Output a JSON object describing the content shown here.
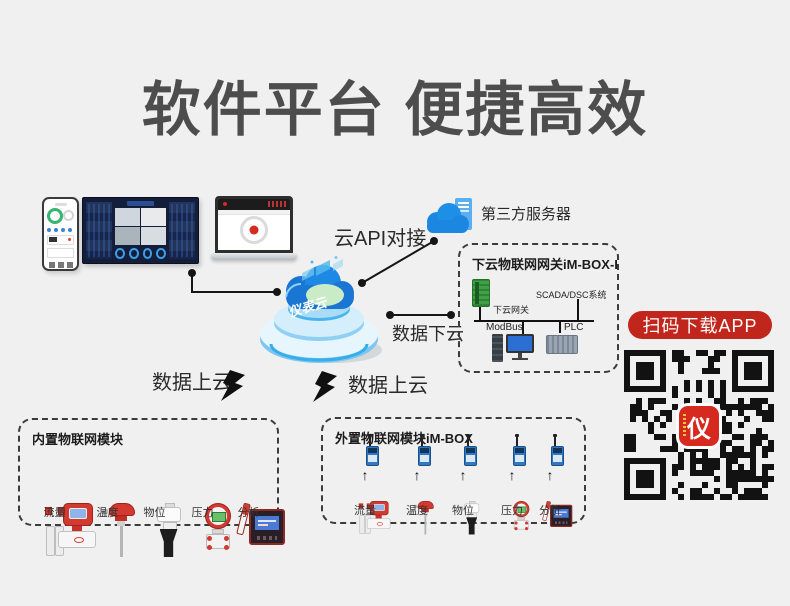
{
  "title": "软件平台 便捷高效",
  "connections": {
    "api_label": "云API对接",
    "third_party_label": "第三方服务器",
    "data_down_label": "数据下云",
    "data_up_left_label": "数据上云",
    "data_up_right_label": "数据上云"
  },
  "platform": {
    "label": "仪表云"
  },
  "gateway_box": {
    "title": "下云物联网网关iM-BOX-I",
    "gateway_label": "下云网关",
    "scada_label": "SCADA/DSC系统",
    "modbus_label": "ModBus",
    "plc_label": "PLC"
  },
  "builtin_box": {
    "title": "内置物联网模块",
    "instruments": [
      "流量",
      "温度",
      "物位",
      "压力",
      "分析"
    ]
  },
  "external_box": {
    "title": "外置物联网模块iM-BOX",
    "arrow": "↑",
    "instruments": [
      "流量",
      "温度",
      "物位",
      "压力",
      "分析"
    ]
  },
  "app": {
    "button_label": "扫码下载APP",
    "qr_center_glyph": "仪"
  },
  "colors": {
    "accent_red": "#c1261d",
    "accent_blue": "#1e88e5",
    "title_gray": "#4d4d4d",
    "background": "#f0f0f1"
  }
}
